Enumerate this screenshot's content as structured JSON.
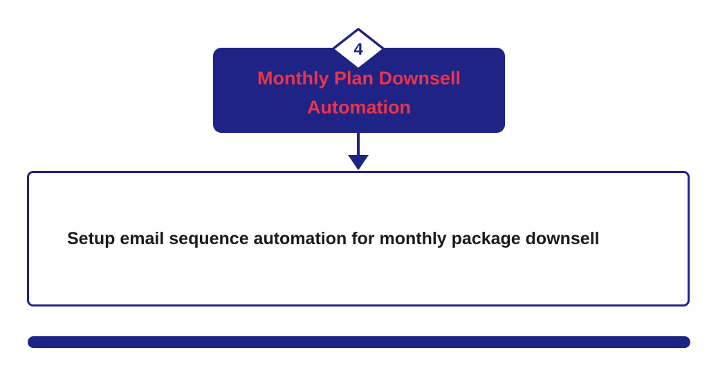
{
  "diagram": {
    "step_badge": "4",
    "title_node": {
      "label": "Monthly Plan Downsell Automation"
    },
    "detail_node": {
      "label": "Setup email sequence automation for monthly package downsell"
    }
  },
  "colors": {
    "navy": "#1e2385",
    "red": "#ec344b",
    "text": "#1a1a1a",
    "background": "#ffffff"
  }
}
